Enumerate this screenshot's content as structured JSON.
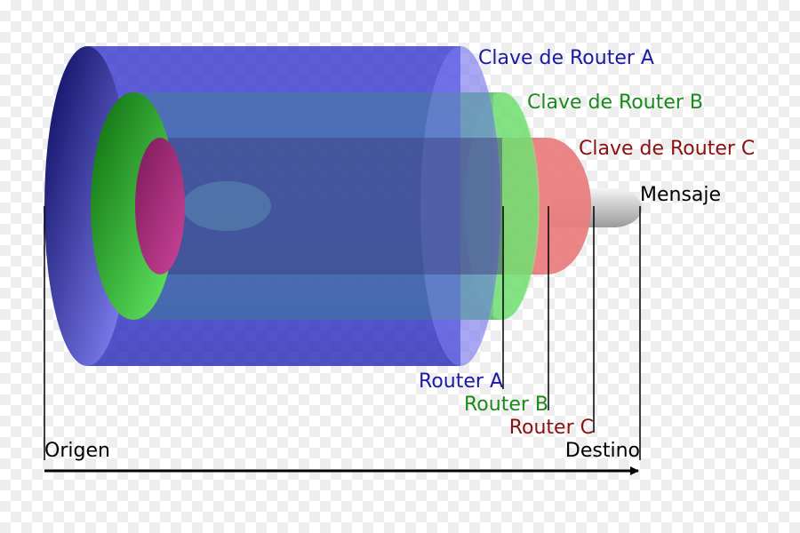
{
  "layers": [
    {
      "key": "Clave de Router A",
      "router": "Router A",
      "color": "#1a1aa6",
      "fill": "#2222dd"
    },
    {
      "key": "Clave de Router B",
      "router": "Router B",
      "color": "#1a8a1a",
      "fill": "#22dd22"
    },
    {
      "key": "Clave de Router C",
      "router": "Router C",
      "color": "#8b1010",
      "fill": "#dd3333"
    }
  ],
  "message": {
    "label": "Mensaje",
    "color": "#000000"
  },
  "axis": {
    "origin": "Origen",
    "destination": "Destino"
  }
}
